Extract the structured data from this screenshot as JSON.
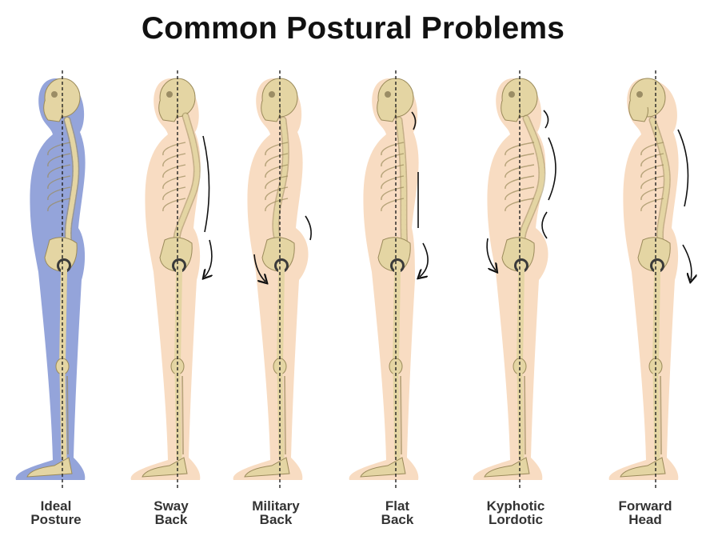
{
  "title": "Common Postural Problems",
  "colors": {
    "ideal_body": "#8e9fd8",
    "body": "#f8dcc2",
    "bone": "#e4d5a3",
    "bone_dark": "#9a8a5a",
    "plumb_line": "#222222"
  },
  "figures": [
    {
      "id": "ideal-posture",
      "label_line1": "Ideal",
      "label_line2": "Posture"
    },
    {
      "id": "sway-back",
      "label_line1": "Sway",
      "label_line2": "Back"
    },
    {
      "id": "military-back",
      "label_line1": "Military",
      "label_line2": "Back"
    },
    {
      "id": "flat-back",
      "label_line1": "Flat",
      "label_line2": "Back"
    },
    {
      "id": "kyphotic-lordotic",
      "label_line1": "Kyphotic",
      "label_line2": "Lordotic"
    },
    {
      "id": "forward-head",
      "label_line1": "Forward",
      "label_line2": "Head"
    }
  ]
}
